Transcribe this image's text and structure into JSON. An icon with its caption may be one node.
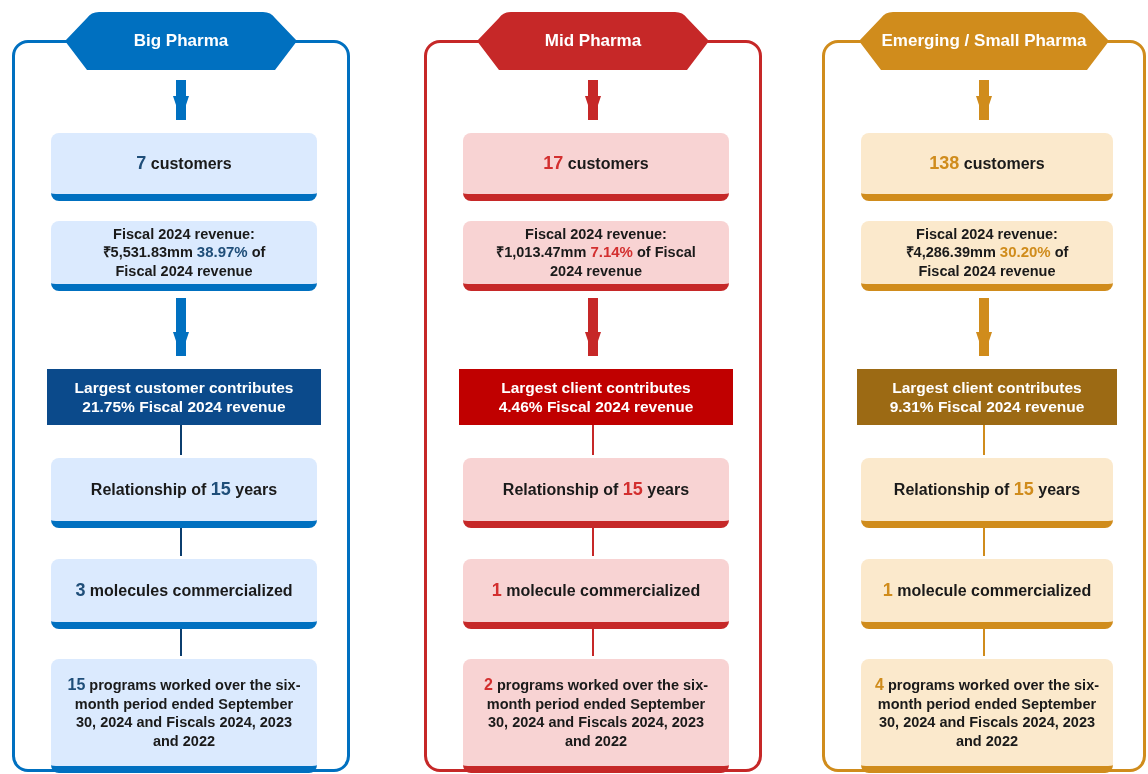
{
  "diagram": {
    "nodes": [
      {
        "text": [],
        "shape": "box"
      },
      {
        "text": [
          "Big Pharma"
        ]
      },
      {
        "text": [
          "**7** customers"
        ],
        "in": 0
      },
      {
        "text": [
          "Fiscal 2024 revenue: ₹5,531.83mm **38.97%** of Fiscal 2024 revenue"
        ],
        "in": 0
      },
      {
        "text": [
          "Largest customer contributes 21.75% Fiscal 2024 revenue"
        ],
        "in": 0
      },
      {
        "text": [
          "Relationship of **15** years"
        ],
        "in": 0
      },
      {
        "text": [
          "**3** molecules commercialized"
        ],
        "in": 0
      },
      {
        "text": [
          "**15** programs worked over the six-month period ended September 30, 2024 and Fiscals 2024, 2023 and 2022"
        ],
        "in": 0
      },
      {
        "text": [],
        "shape": "box"
      },
      {
        "text": [
          "Mid Pharma"
        ]
      },
      {
        "text": [
          "**17** customers"
        ],
        "in": 8
      },
      {
        "text": [
          "Fiscal 2024 revenue: ₹1,013.47mm **7.14%** of Fiscal 2024 revenue"
        ],
        "in": 8
      },
      {
        "text": [
          "Largest client contributes 4.46% Fiscal 2024 revenue"
        ],
        "in": 8
      },
      {
        "text": [
          "Relationship of **15** years"
        ],
        "in": 8
      },
      {
        "text": [
          "**1** molecule commercialized"
        ],
        "in": 8
      },
      {
        "text": [
          "**2** programs worked over the six-month period ended September 30, 2024 and Fiscals 2024, 2023 and 2022"
        ],
        "in": 8
      },
      {
        "text": [],
        "shape": "box"
      },
      {
        "text": [
          "Emerging / Small Pharma"
        ]
      },
      {
        "text": [
          "**138** customers"
        ],
        "in": 16
      },
      {
        "text": [
          "Fiscal 2024 revenue: ₹4,286.39mm **30.20%** of Fiscal 2024 revenue"
        ],
        "in": 16
      },
      {
        "text": [
          "Largest client contributes 9.31% Fiscal 2024 revenue"
        ],
        "in": 16
      },
      {
        "text": [
          "Relationship of **15** years"
        ],
        "in": 16
      },
      {
        "text": [
          "**1** molecule commercialized"
        ],
        "in": 16
      },
      {
        "text": [
          "**4** programs worked over the six-month period ended September 30, 2024 and Fiscals 2024, 2023 and 2022"
        ],
        "in": 16
      }
    ],
    "edges": [
      {
        "from": 1,
        "to": 2,
        "arrow": "to",
        "style": "thick",
        "color": "#0070c0"
      },
      {
        "from": 3,
        "to": 4,
        "arrow": "to",
        "style": "thick",
        "color": "#0070c0"
      },
      {
        "from": 4,
        "to": 5,
        "arrow": "none",
        "color": "#0b3d6e"
      },
      {
        "from": 5,
        "to": 6,
        "arrow": "none",
        "color": "#0b3d6e"
      },
      {
        "from": 6,
        "to": 7,
        "arrow": "none",
        "color": "#0b3d6e"
      },
      {
        "from": 9,
        "to": 10,
        "arrow": "to",
        "style": "thick",
        "color": "#c62828"
      },
      {
        "from": 11,
        "to": 12,
        "arrow": "to",
        "style": "thick",
        "color": "#c62828"
      },
      {
        "from": 12,
        "to": 13,
        "arrow": "none",
        "color": "#c62828"
      },
      {
        "from": 13,
        "to": 14,
        "arrow": "none",
        "color": "#c62828"
      },
      {
        "from": 14,
        "to": 15,
        "arrow": "none",
        "color": "#c62828"
      },
      {
        "from": 17,
        "to": 18,
        "arrow": "to",
        "style": "thick",
        "color": "#d08c1c"
      },
      {
        "from": 19,
        "to": 20,
        "arrow": "to",
        "style": "thick",
        "color": "#d08c1c"
      },
      {
        "from": 20,
        "to": 21,
        "arrow": "none",
        "color": "#d08c1c"
      },
      {
        "from": 21,
        "to": 22,
        "arrow": "none",
        "color": "#d08c1c"
      },
      {
        "from": 22,
        "to": 23,
        "arrow": "none",
        "color": "#d08c1c"
      }
    ]
  }
}
